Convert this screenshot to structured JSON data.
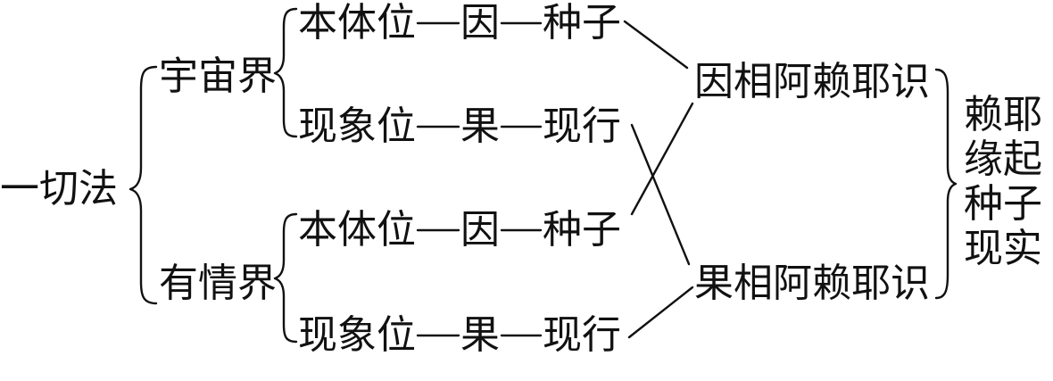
{
  "colors": {
    "ink": "#111111",
    "background": "#ffffff"
  },
  "root": {
    "label": "一切法"
  },
  "realms": [
    {
      "label": "宇宙界",
      "branches": [
        {
          "position": "本体位",
          "role": "因",
          "state": "种子"
        },
        {
          "position": "现象位",
          "role": "果",
          "state": "现行"
        }
      ]
    },
    {
      "label": "有情界",
      "branches": [
        {
          "position": "本体位",
          "role": "因",
          "state": "种子"
        },
        {
          "position": "现象位",
          "role": "果",
          "state": "现行"
        }
      ]
    }
  ],
  "alaya": {
    "cause": "因相阿赖耶识",
    "effect": "果相阿赖耶识"
  },
  "summary": {
    "line1": "赖耶",
    "line2": "缘起",
    "line3": "种子",
    "line4": "现实"
  }
}
